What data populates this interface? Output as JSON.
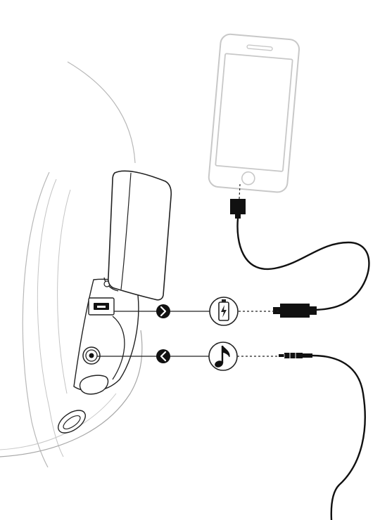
{
  "diagram": {
    "style": "line-art",
    "colors": {
      "background": "#ffffff",
      "line": "#1a1a1a",
      "light_line": "#b5b5b5",
      "device_outline": "#c8c8c8",
      "badge_fill": "#111111",
      "badge_glyph": "#ffffff"
    },
    "connections": [
      {
        "port": "micro-usb-charge-port",
        "icon": "usb-charge-icon",
        "direction": "in",
        "cable": "usb-cable-to-phone"
      },
      {
        "port": "audio-jack-port",
        "icon": "music-note-icon",
        "direction": "out",
        "cable": "audio-cable"
      }
    ]
  }
}
